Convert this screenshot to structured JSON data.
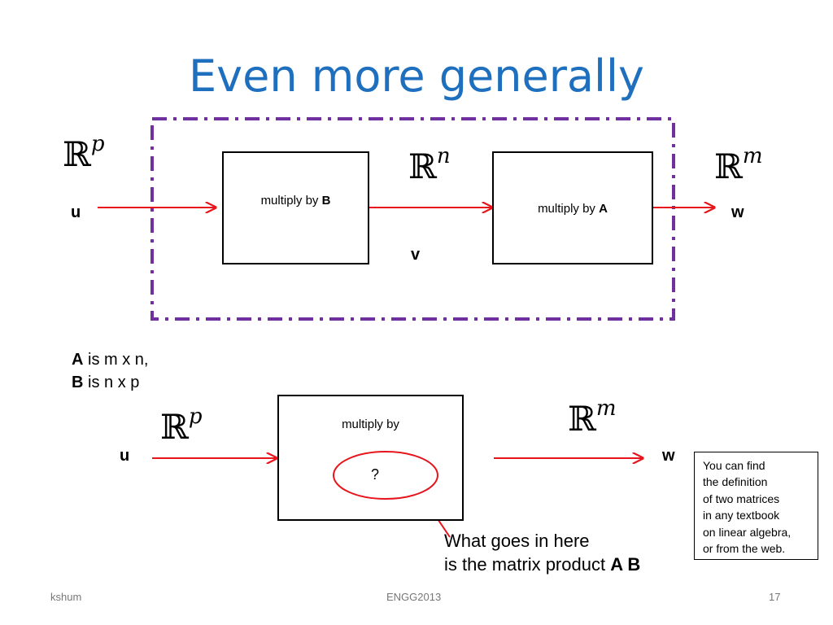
{
  "slide": {
    "title": "Even more generally",
    "top_diagram": {
      "input_set": {
        "base": "ℝ",
        "exp": "p"
      },
      "middle_set": {
        "base": "ℝ",
        "exp": "n"
      },
      "output_set": {
        "base": "ℝ",
        "exp": "m"
      },
      "box1": {
        "text": "multiply by ",
        "matrix": "B"
      },
      "box2": {
        "text": "multiply by ",
        "matrix": "A"
      },
      "input_vector": "u",
      "middle_vector": "v",
      "output_vector": "w"
    },
    "dimensions": {
      "line1": {
        "matrix": "A",
        "text": " is m x n,"
      },
      "line2": {
        "matrix": "B",
        "text": " is n x p"
      }
    },
    "bottom_diagram": {
      "input_set": {
        "base": "ℝ",
        "exp": "p"
      },
      "output_set": {
        "base": "ℝ",
        "exp": "m"
      },
      "box_label": "multiply by",
      "question": "?",
      "input_vector": "u",
      "output_vector": "w"
    },
    "answer": {
      "line1": "What goes in here",
      "line2_text": "is the matrix product ",
      "line2_bold": "A B"
    },
    "note": {
      "lines": [
        "You can find",
        "the definition",
        "of two matrices",
        "in any textbook",
        "on linear algebra,",
        "or from the web."
      ]
    },
    "footer": {
      "left": "kshum",
      "center": "ENGG2013",
      "right": "17"
    }
  },
  "colors": {
    "title": "#1f6fbf",
    "arrow": "#e8141b",
    "dash_frame": "#7030a0",
    "ellipse": "#e8141b"
  }
}
